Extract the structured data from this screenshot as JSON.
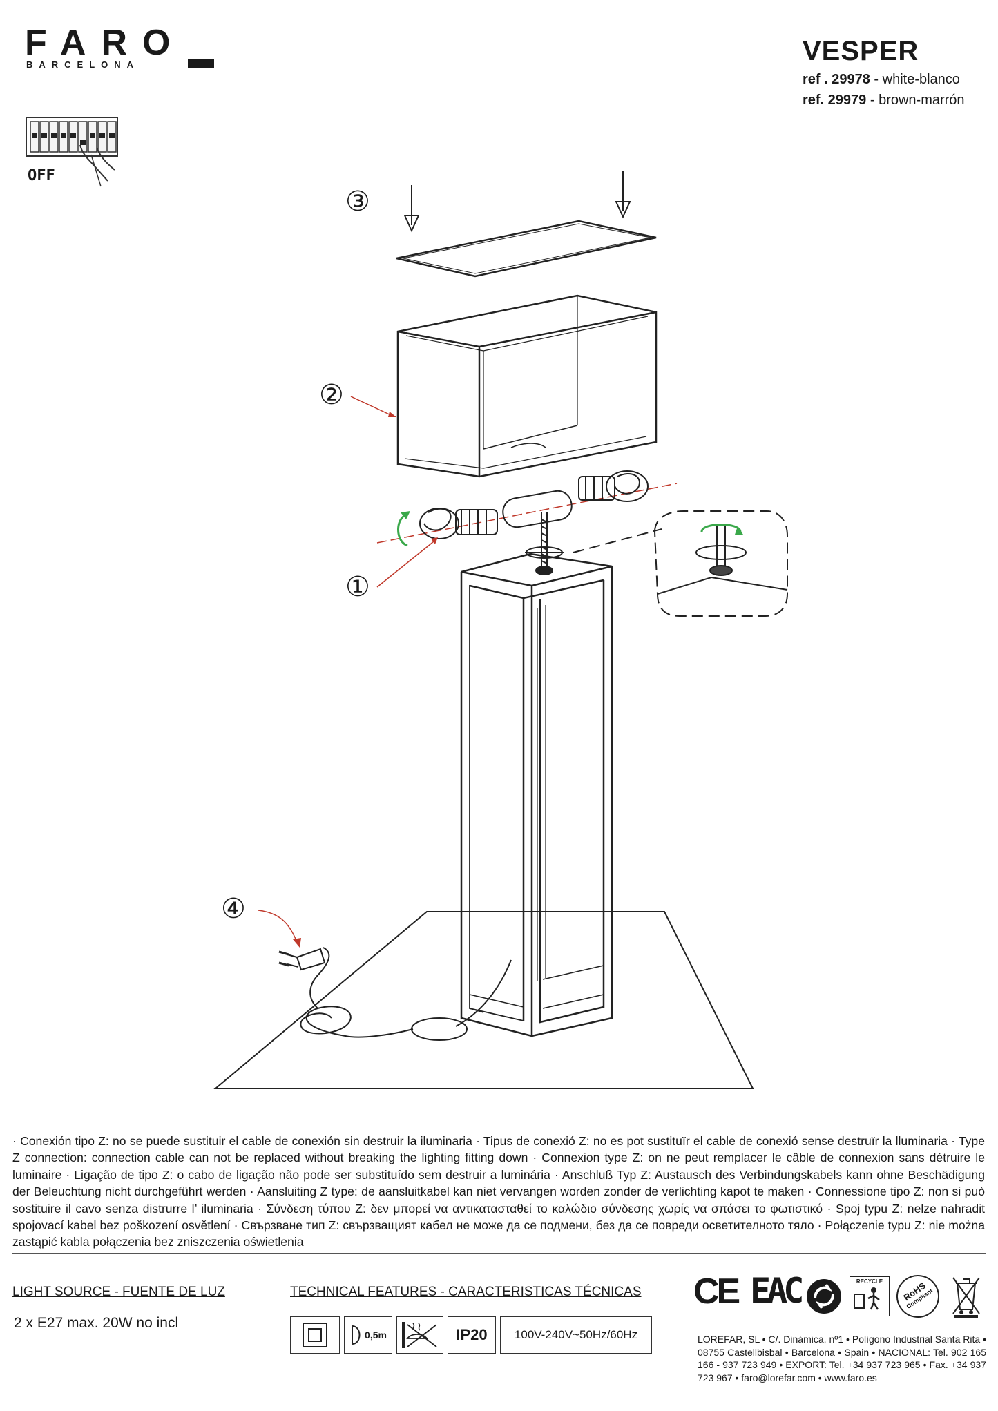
{
  "header": {
    "brand": "FARO",
    "brand_sub": "BARCELONA",
    "product_name": "VESPER",
    "refs": [
      {
        "ref_label": "ref . 29978",
        "finish": " - white-blanco"
      },
      {
        "ref_label": "ref. 29979",
        "finish": " - brown-marrón"
      }
    ]
  },
  "safety": {
    "off_label": "OFF"
  },
  "diagram": {
    "steps": [
      "③",
      "②",
      "①",
      "④"
    ]
  },
  "legal_text": "· Conexión tipo Z: no se puede sustituir el cable de conexión sin destruir la iluminaria · Tipus de conexió Z: no es pot sustituïr el cable de conexió sense destruïr la lluminaria · Type Z connection: connection cable can not be replaced without breaking the lighting fitting down · Connexion type Z: on ne peut remplacer le câble de connexion sans détruire le luminaire · Ligação de tipo Z: o cabo de ligação não pode ser substituído sem destruir a luminária · Anschluß Typ Z: Austausch des Verbindungskabels kann ohne Beschädigung der Beleuchtung nicht durchgeführt werden · Aansluiting Z type: de aansluitkabel kan niet vervangen worden zonder de verlichting kapot te maken · Connessione tipo Z: non si può sostituire il cavo senza distrurre l’ iluminaria · Σύνδεση τύπου Z: δεν μπορεί να αντικατασταθεί το καλώδιο σύνδεσης χωρίς να σπάσει το φωτιστικό · Spoj typu Z: nelze nahradit spojovací kabel bez poškození osvětlení · Свързване тип Z: свързващият кабел не може да се подмени, без да се повреди осветителното тяло · Połączenie typu Z: nie można zastąpić kabla połączenia bez zniszczenia oświetlenia",
  "footer": {
    "light_source_title": "LIGHT SOURCE - FUENTE DE LUZ",
    "light_source_value": "2 x E27 max. 20W no incl",
    "tech_title": "TECHNICAL FEATURES - CARACTERISTICAS TÉCNICAS",
    "distance": "0,5m",
    "ip_rating": "IP20",
    "voltage": "100V-240V~50Hz/60Hz",
    "marks": {
      "ce": "CE",
      "eac": "EAC",
      "recycle": "RECYCLE",
      "rohs": "RoHS",
      "rohs_sub": "Compliant"
    },
    "company": "LOREFAR, SL • C/. Dinámica, nº1 • Polígono Industrial Santa Rita • 08755 Castellbisbal • Barcelona • Spain • NACIONAL: Tel. 902 165 166 - 937 723 949 • EXPORT: Tel. +34 937 723 965 • Fax. +34 937 723 967 • faro@lorefar.com • www.faro.es"
  }
}
